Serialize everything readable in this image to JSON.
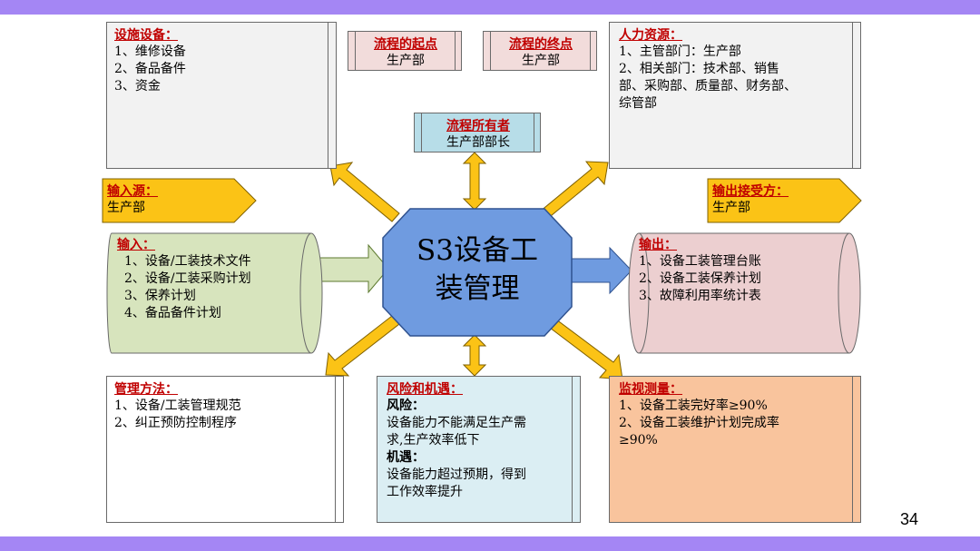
{
  "facilities": {
    "title": "设施设备：",
    "lines": [
      "1、维修设备",
      "2、备品备件",
      "3、资金"
    ]
  },
  "process_start": {
    "title": "流程的起点",
    "value": "生产部"
  },
  "process_end": {
    "title": "流程的终点",
    "value": "生产部"
  },
  "human_resources": {
    "title": "人力资源：",
    "lines": [
      "1、主管部门：生产部",
      "2、相关部门：技术部、销售",
      "部、采购部、质量部、财务部、",
      "综管部"
    ]
  },
  "process_owner": {
    "title": "流程所有者",
    "value": "生产部部长"
  },
  "input_source": {
    "title": "输入源：",
    "value": "生产部"
  },
  "output_receiver": {
    "title": "输出接受方：",
    "value": "生产部"
  },
  "input": {
    "title": "输入：",
    "lines": [
      "1、设备/工装技术文件",
      "2、设备/工装采购计划",
      "3、保养计划",
      "4、备品备件计划"
    ]
  },
  "center": {
    "line1": "S3设备工",
    "line2": "装管理"
  },
  "output": {
    "title": "输出：",
    "lines": [
      "1、设备工装管理台账",
      "2、设备工装保养计划",
      "3、故障利用率统计表"
    ]
  },
  "methods": {
    "title": "管理方法：",
    "lines": [
      "1、设备/工装管理规范",
      "2、纠正预防控制程序"
    ]
  },
  "risks": {
    "title": "风险和机遇：",
    "risk_label": "风险：",
    "risk_lines": [
      "设备能力不能满足生产需",
      "求,生产效率低下"
    ],
    "opportunity_label": "机遇：",
    "opportunity_lines": [
      "设备能力超过预期，得到",
      "工作效率提升"
    ]
  },
  "monitoring": {
    "title": "监视测量：",
    "lines": [
      "1、设备工装完好率≥90%",
      "2、设备工装维护计划完成率",
      "≥90%"
    ]
  },
  "page_number": "34",
  "colors": {
    "band": "#a486f4",
    "title_red": "#c00000",
    "center_fill": "#6f9be0",
    "arrow_yellow": "#fbc316",
    "arrow_blue": "#6f9be0",
    "input_fill": "#d7e4bd",
    "output_fill": "#eccfd0",
    "risk_fill": "#dbeef3",
    "monitor_fill": "#f9c49d",
    "flag_fill": "#fbc316",
    "small_box_fill": "#f2dcdb",
    "owner_fill": "#b7dde8"
  }
}
